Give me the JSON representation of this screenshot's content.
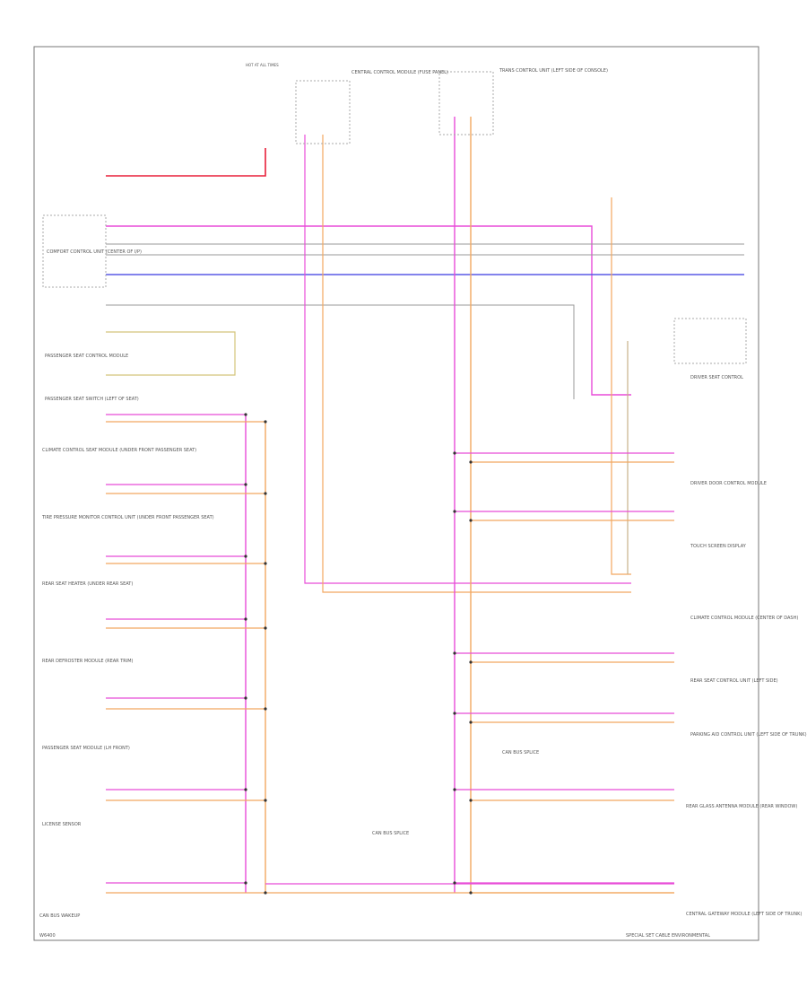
{
  "page": {
    "footer_left": "W6400",
    "footer_right": "SPECIAL SET CABLE ENVIRONMENTAL"
  },
  "colors": {
    "frame": "#777777",
    "red_wire": "#e8203a",
    "pink_wire": "#e84cd8",
    "orange_wire": "#f2a860",
    "blue_wire": "#5a5ae6",
    "gray_wire": "#9a9a9a",
    "yellow_wire": "#d4c47a",
    "tan_wire": "#c7b28a",
    "connector": "#aaaaaa"
  },
  "components": {
    "top_center_a": "CENTRAL CONTROL MODULE (FUSE PANEL)",
    "top_center_a_sub": "HOT AT ALL TIMES",
    "top_center_b": "TRANS CONTROL UNIT (LEFT SIDE OF CONSOLE)",
    "left_module_1": "COMFORT CONTROL UNIT (CENTER OF I/P)",
    "left_module_2": "PASSENGER SEAT CONTROL MODULE",
    "left_module_3": "PASSENGER SEAT SWITCH (LEFT OF SEAT)",
    "left_module_4": "CLIMATE CONTROL SEAT MODULE (UNDER FRONT PASSENGER SEAT)",
    "left_module_5": "TIRE PRESSURE MONITOR CONTROL UNIT (UNDER FRONT PASSENGER SEAT)",
    "left_module_6": "REAR SEAT HEATER (UNDER REAR SEAT)",
    "left_module_7": "REAR DEFROSTER MODULE (REAR TRIM)",
    "left_module_8": "PASSENGER SEAT MODULE (LH FRONT)",
    "left_module_9": "LICENSE SENSOR",
    "right_module_1": "DRIVER SEAT CONTROL",
    "right_module_2": "DRIVER DOOR CONTROL MODULE",
    "right_module_3": "TOUCH SCREEN DISPLAY",
    "right_module_4": "CLIMATE CONTROL MODULE (CENTER OF DASH)",
    "right_module_5": "REAR SEAT CONTROL UNIT (LEFT SIDE)",
    "right_module_6": "PARKING AID CONTROL UNIT (LEFT SIDE OF TRUNK)",
    "right_module_7": "REAR GLASS ANTENNA MODULE (REAR WINDOW)",
    "right_module_8": "CENTRAL GATEWAY MODULE (LEFT SIDE OF TRUNK)",
    "mid_label_a": "CAN BUS SPLICE",
    "mid_label_b": "CAN BUS SPLICE",
    "mid_label_c": "CAN BUS WAKEUP"
  }
}
